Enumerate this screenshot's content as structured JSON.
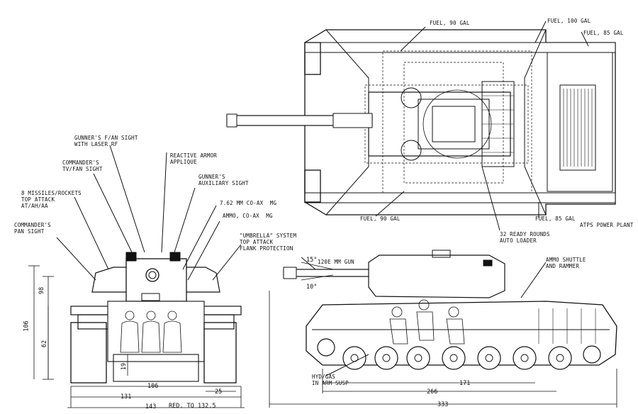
{
  "labels": {
    "fuel_90_top": "FUEL, 90 GAL",
    "fuel_100": "FUEL, 100 GAL",
    "fuel_85_top": "FUEL, 85 GAL",
    "fuel_90_bottom": "FUEL, 90 GAL",
    "fuel_85_bottom": "FUEL, 85 GAL",
    "atps": "ATPS POWER PLANT",
    "ready_rounds": "32 READY ROUNDS\nAUTO LOADER",
    "gunner_fan": "GUNNER'S F/AN SIGHT\nWITH LASER RF",
    "commander_tv": "COMMANDER'S\nTV/FAN SIGHT",
    "reactive": "REACTIVE ARMOR\nAPPLIQUE",
    "gunner_aux": "GUNNER'S\nAUXILIARY SIGHT",
    "missiles": "8 MISSILES/ROCKETS\nTOP ATTACK\nAT/AH/AA",
    "coax": "7.62 MM CO-AX  MG",
    "ammo_coax": "AMMO, CO-AX  MG",
    "commander_pan": "COMMANDER'S\nPAN SIGHT",
    "umbrella": "\"UMBRELLA\" SYSTEM\nTOP ATTACK\nFLANK PROTECTION",
    "gun": "120E MM GUN",
    "ammo_shuttle": "AMMO SHUTTLE\nAND RAMMER",
    "hydgas": "HYD/GAS\nIN ARM SUSP"
  },
  "dims": {
    "d98": "98",
    "d106v": "106",
    "d62": "62",
    "d19": "19",
    "d106": "106",
    "d25": "25",
    "d131": "131",
    "d143": "143",
    "red": "RED. TO 132.5",
    "elev": "15°",
    "depr": "10°",
    "d171": "171",
    "d266": "266",
    "d333": "333"
  }
}
